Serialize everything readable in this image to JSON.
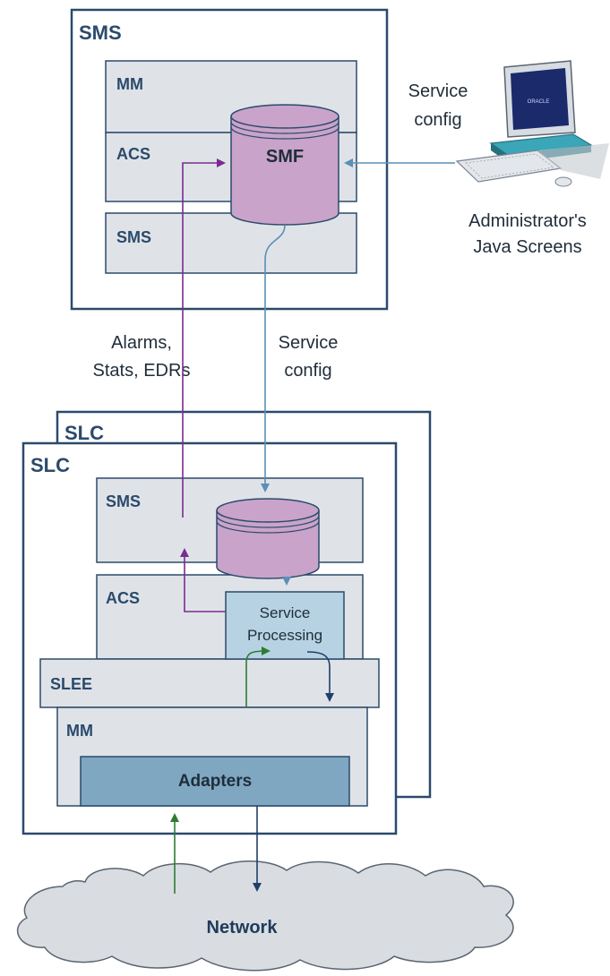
{
  "sms_server": {
    "title": "SMS",
    "layers": {
      "mm": "MM",
      "acs": "ACS",
      "sms": "SMS"
    },
    "db_label": "SMF"
  },
  "admin": {
    "service_config_line1": "Service",
    "service_config_line2": "config",
    "caption_line1": "Administrator's",
    "caption_line2": "Java Screens",
    "screen_text": "ORACLE"
  },
  "middle": {
    "alarms_line1": "Alarms,",
    "alarms_line2": "Stats, EDRs",
    "service_config_line1": "Service",
    "service_config_line2": "config"
  },
  "slc": {
    "back_title": "SLC",
    "front_title": "SLC",
    "layers": {
      "sms": "SMS",
      "acs": "ACS",
      "slee": "SLEE",
      "mm": "MM"
    },
    "service_processing_line1": "Service",
    "service_processing_line2": "Processing",
    "adapters": "Adapters"
  },
  "network": {
    "label": "Network"
  },
  "colors": {
    "border": "#2b4a6b",
    "layer_fill": "#dfe3e8",
    "db_fill": "#c9a3c9",
    "purple_arrow": "#7b2c8f",
    "blue_arrow": "#5b8fb5",
    "dark_arrow": "#1f3f6a",
    "green_arrow": "#2e7d32",
    "process_fill": "#b7d3e3",
    "adapters_fill": "#7fa7c2"
  }
}
